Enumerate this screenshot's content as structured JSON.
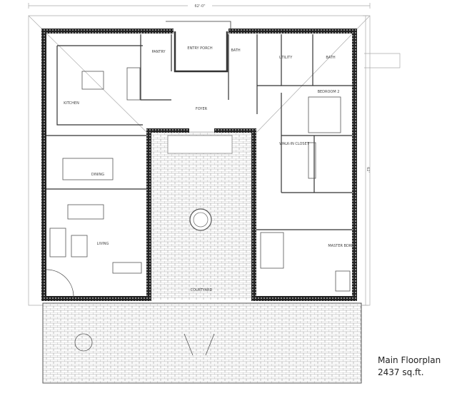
{
  "plan": {
    "overall_width": "62'-0\"",
    "overall_depth": "62'",
    "rooms": [
      {
        "name": "PANTRY"
      },
      {
        "name": "ENTRY PORCH"
      },
      {
        "name": "BATH"
      },
      {
        "name": "UTILITY"
      },
      {
        "name": "BATH"
      },
      {
        "name": "BEDROOM 2"
      },
      {
        "name": "KITCHEN"
      },
      {
        "name": "FOYER"
      },
      {
        "name": "DINING"
      },
      {
        "name": "LIVING"
      },
      {
        "name": "COURTYARD"
      },
      {
        "name": "WALK-IN CLOSET"
      },
      {
        "name": "MASTER BDRM"
      }
    ]
  },
  "caption": {
    "title": "Main Floorplan",
    "area": "2437 sq.ft."
  }
}
